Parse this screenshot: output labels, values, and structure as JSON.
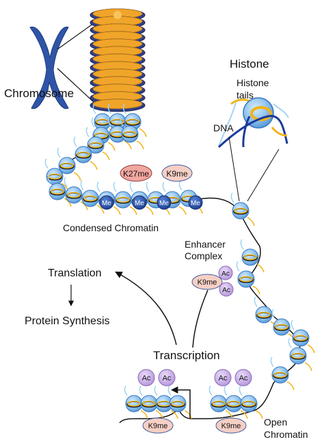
{
  "labels": {
    "chromosome": "Chromosome",
    "histone_title": "Histone",
    "histone_tails_line1": "Histone",
    "histone_tails_line2": "tails",
    "dna": "DNA",
    "condensed_chromatin": "Condensed Chromatin",
    "enhancer_line1": "Enhancer",
    "enhancer_line2": "Complex",
    "translation": "Translation",
    "protein_synthesis": "Protein Synthesis",
    "transcription": "Transcription",
    "open_line1": "Open",
    "open_line2": "Chromatin"
  },
  "marks": {
    "k27me": "K27me",
    "k9me": "K9me",
    "me": "Me",
    "ac": "Ac"
  },
  "colors": {
    "chromosome_blue": "#2f55a8",
    "nucleosome_fill": "#8fc3ee",
    "nucleosome_stroke": "#3a78c0",
    "dna_yellow": "#f2b316",
    "tail_lightblue": "#9fd3f2",
    "me_blue": "#2a55b0",
    "k27_fill": "#f2a6a0",
    "k9_fill": "#f6cfc4",
    "ac_fill": "#cfb6e8",
    "fiber_orange": "#f0a52a"
  }
}
